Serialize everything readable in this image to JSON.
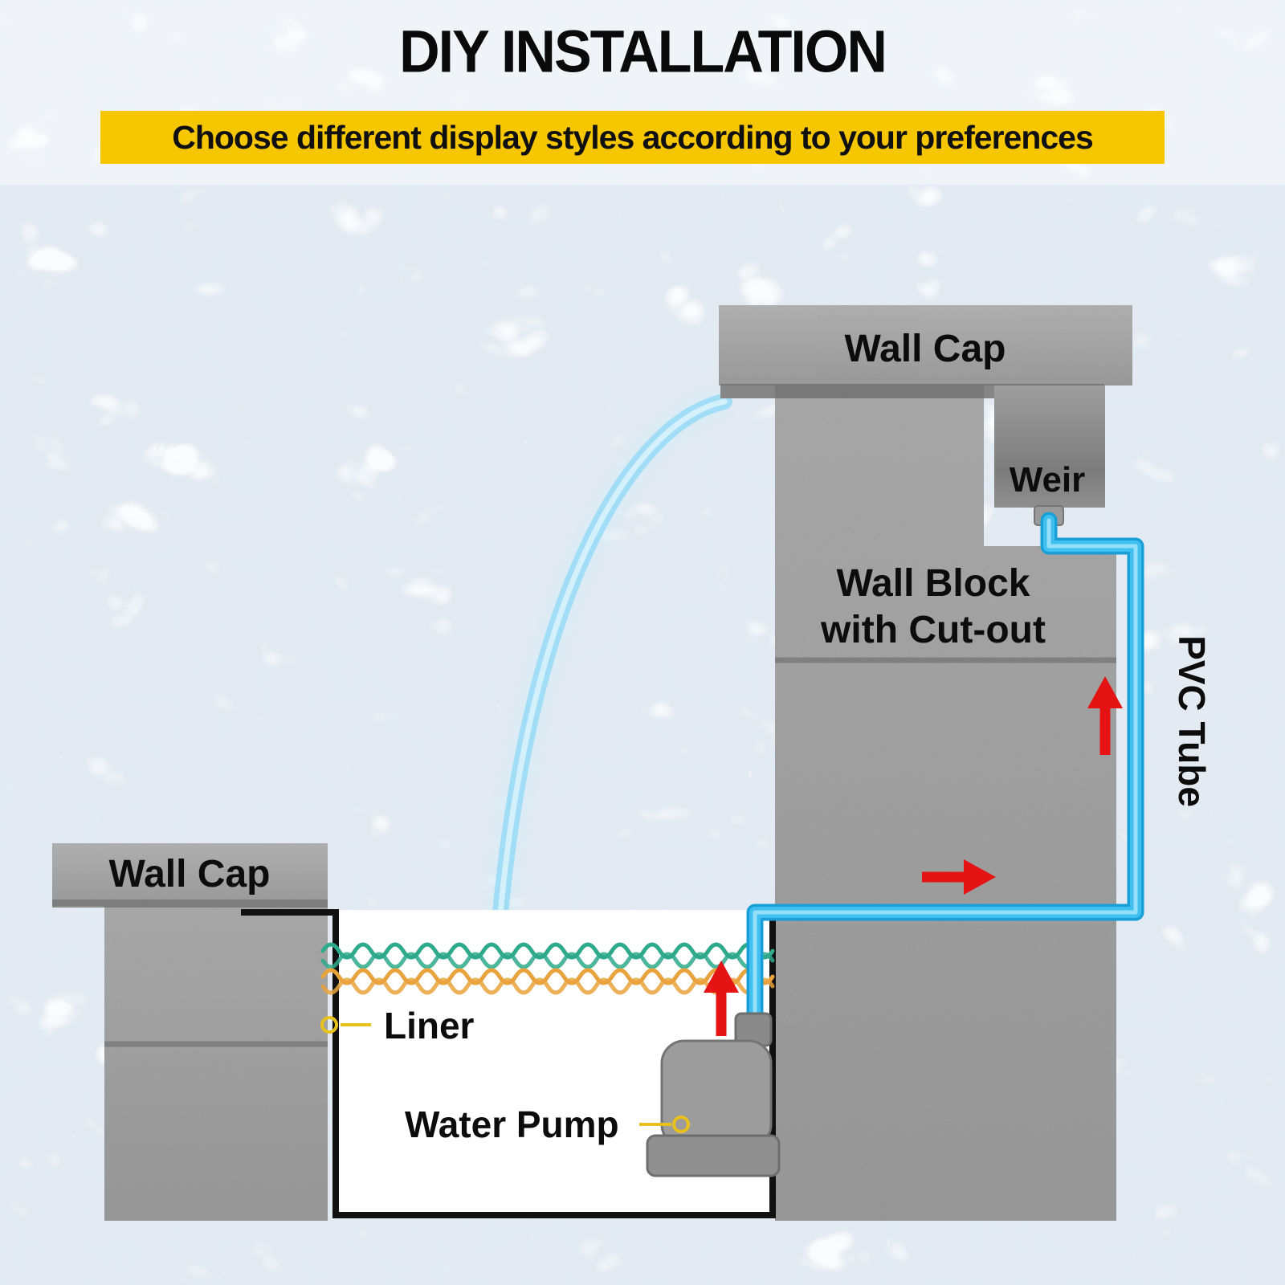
{
  "title": "DIY INSTALLATION",
  "banner": {
    "text": "Choose different display styles according to your preferences"
  },
  "diagram": {
    "labels": {
      "wall_cap": "Wall Cap",
      "weir": "Weir",
      "wall_block_line1": "Wall Block",
      "wall_block_line2": "with Cut-out",
      "pvc_tube": "PVC Tube",
      "liner": "Liner",
      "water_pump": "Water Pump"
    }
  },
  "colors": {
    "banner_bg": "#F6C600",
    "tube_blue": "#3FC0F0",
    "tube_dark": "#189FD6",
    "tube_highlight": "#AEE6FA",
    "arrow_red": "#E41414",
    "wall_gray": "#B2B2B2",
    "wave_teal": "#2EA98C",
    "wave_orange": "#E9A23C",
    "water_arc": "#96DBF6",
    "water_arc_core": "#D9F2FC",
    "callout_yellow": "#E8C21A",
    "liner_black": "#111111"
  }
}
